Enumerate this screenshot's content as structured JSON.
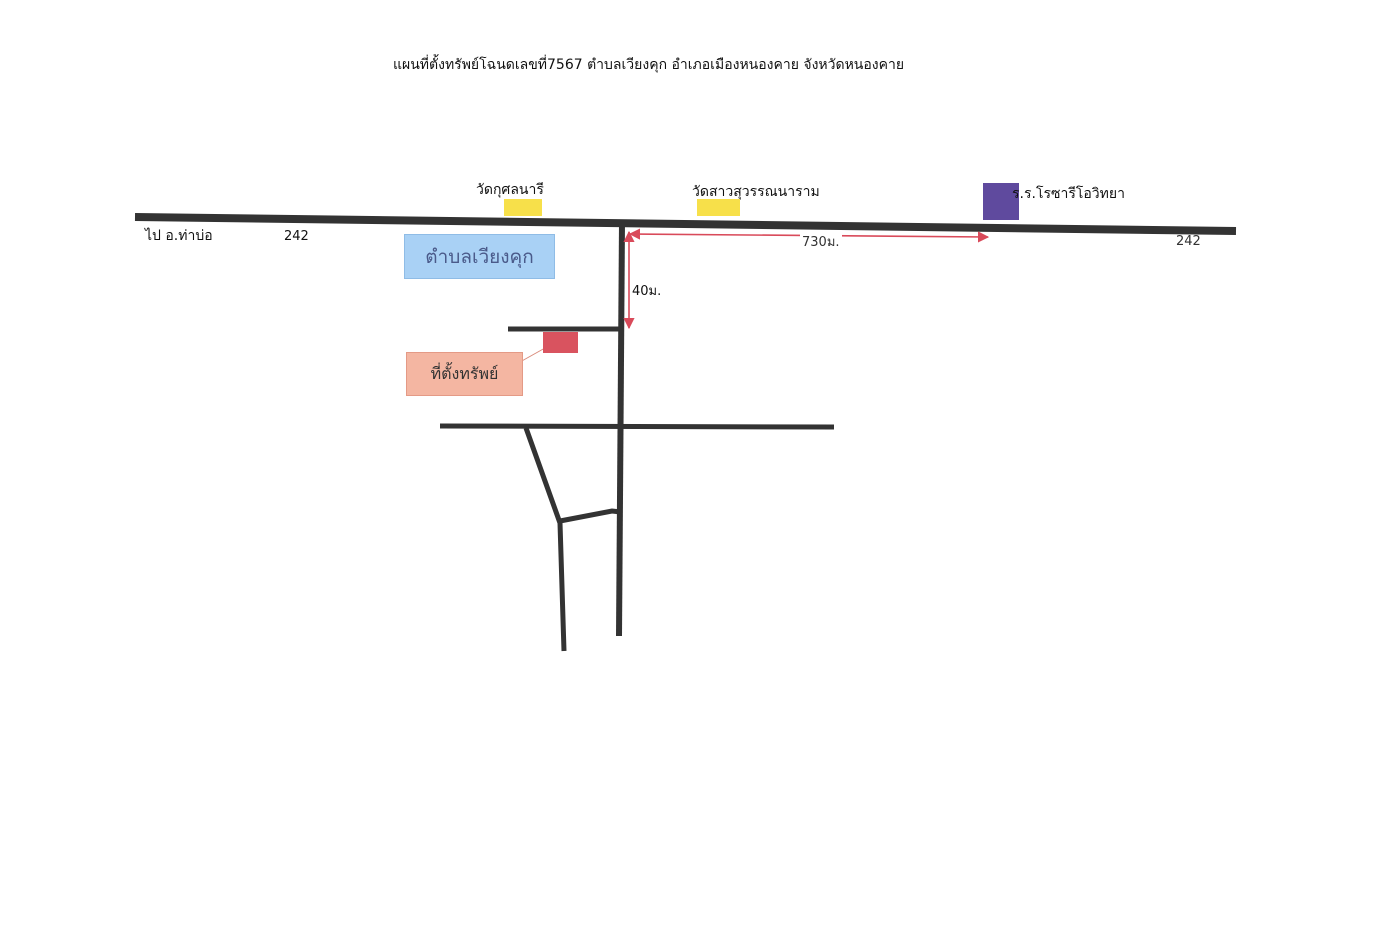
{
  "title": "แผนที่ตั้งทรัพย์โฉนดเลขที่7567 ตำบลเวียงคุก อำเภอเมืองหนองคาย จังหวัดหนองคาย",
  "main_road": {
    "left_direction_label": "ไป อ.ท่าบ่อ",
    "left_route_number": "242",
    "right_route_number": "242",
    "color": "#333333"
  },
  "landmarks": {
    "temple_1": {
      "label": "วัดกุศลนารี",
      "color": "#f7e04a"
    },
    "temple_2": {
      "label": "วัดสาวสุวรรณนาราม",
      "color": "#f7e04a"
    },
    "school": {
      "label": "ร.ร.โรซารีโอวิทยา",
      "color": "#5f4a9e"
    }
  },
  "district_label": {
    "text": "ตำบลเวียงคุก",
    "color": "#a9d1f5",
    "text_color": "#4a5a8a"
  },
  "property": {
    "label": "ที่ตั้งทรัพย์",
    "marker_color": "#d9535f",
    "label_bg": "#f4b6a2",
    "label_border": "#e49a86"
  },
  "distances": {
    "horizontal": "730ม.",
    "vertical": "40ม.",
    "arrow_color": "#d94a5a"
  }
}
